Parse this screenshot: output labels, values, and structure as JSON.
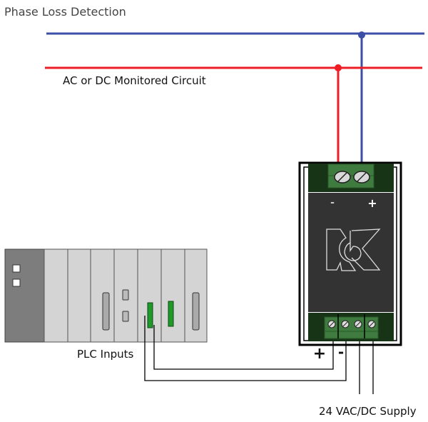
{
  "title": "Phase Loss Detection",
  "labels": {
    "monitored_circuit": "AC or DC Monitored Circuit",
    "plc_inputs": "PLC Inputs",
    "supply": "24 VAC/DC Supply"
  },
  "device": {
    "top_terminal_minus": "-",
    "top_terminal_plus": "+",
    "bottom_plus": "+",
    "bottom_minus": "-",
    "logo": "NK"
  },
  "colors": {
    "line_blue": "#3b4fa6",
    "line_red": "#ee1c24",
    "device_body": "#333333",
    "terminal_green": "#2f6b2f",
    "terminal_dark_green": "#173417",
    "plc_dark": "#7d7d7d",
    "plc_light": "#d4d4d4",
    "io_green": "#1f9a2a"
  }
}
